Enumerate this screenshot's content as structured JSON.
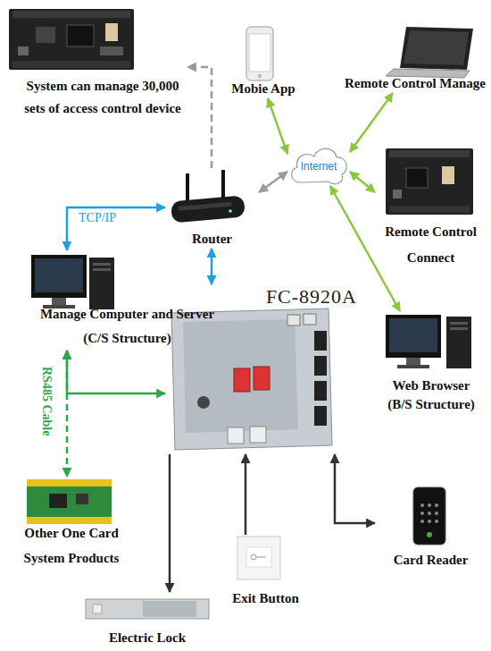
{
  "diagram": {
    "nodes": [
      {
        "text": [
          "System can manage 30,000 sets of access control device"
        ]
      },
      {
        "text": [
          "Mobie App"
        ]
      },
      {
        "text": [
          "Remote Control Manage"
        ]
      },
      {
        "text": [
          "Internet"
        ]
      },
      {
        "text": [
          "Router"
        ]
      },
      {
        "text": [
          "Remote Control Connect"
        ]
      },
      {
        "text": [
          "Manage Computer and Server (C/S Structure)"
        ]
      },
      {
        "text": [
          "FC-8920A"
        ]
      },
      {
        "text": [
          "Web Browser (B/S Structure)"
        ]
      },
      {
        "text": [
          "Other One Card System Products"
        ]
      },
      {
        "text": [
          "Card Reader"
        ]
      },
      {
        "text": [
          "Exit Button"
        ]
      },
      {
        "text": [
          "Electric Lock"
        ]
      }
    ],
    "edges": [
      {
        "from": 4,
        "to": 0,
        "arrow": "to"
      },
      {
        "from": 1,
        "to": 3,
        "arrow": "both"
      },
      {
        "from": 2,
        "to": 3,
        "arrow": "both"
      },
      {
        "from": 3,
        "to": 5,
        "arrow": "both"
      },
      {
        "from": 3,
        "to": 8,
        "arrow": "both"
      },
      {
        "from": 3,
        "to": 4,
        "arrow": "both"
      },
      {
        "from": 4,
        "to": 6,
        "label": "TCP/IP",
        "arrow": "both"
      },
      {
        "from": 4,
        "to": 7,
        "arrow": "both"
      },
      {
        "from": 6,
        "to": 7,
        "label": "RS485 Cable",
        "arrow": "both"
      },
      {
        "from": 6,
        "to": 9,
        "arrow": "both"
      },
      {
        "from": 7,
        "to": 12,
        "arrow": "to"
      },
      {
        "from": 11,
        "to": 7,
        "arrow": "to"
      },
      {
        "from": 7,
        "to": 10,
        "arrow": "both"
      }
    ]
  }
}
